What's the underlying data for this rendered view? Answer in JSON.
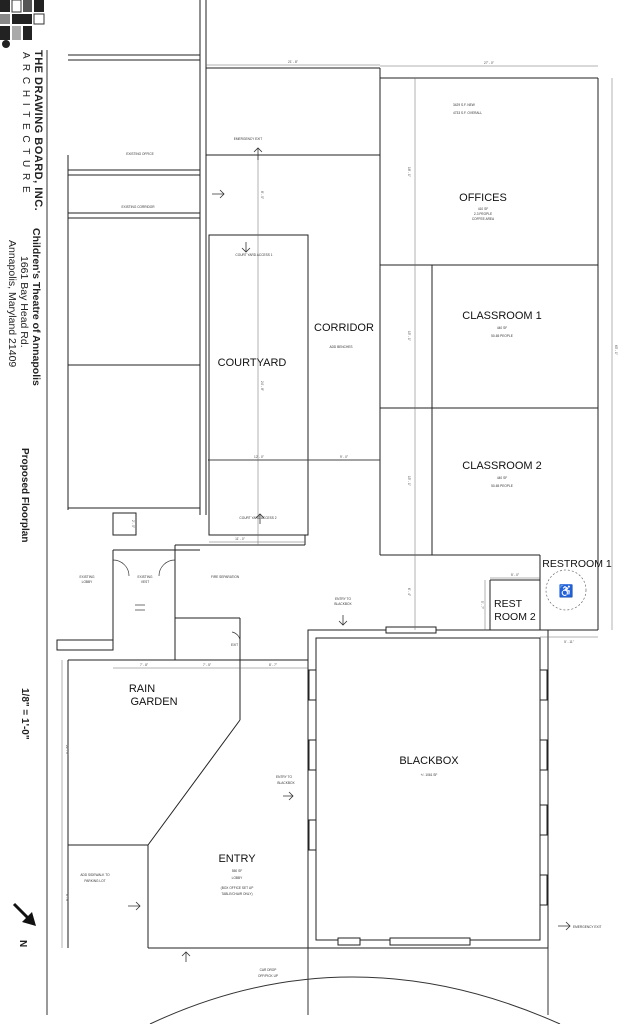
{
  "titleblock": {
    "firm_name": "THE DRAWING BOARD, INC.",
    "firm_sub": "A R C H I T E C T U R E",
    "project_name": "Children's Theatre of Annapolis",
    "address_1": "1661 Bay Head Rd.",
    "address_2": "Annapolis, Maryland 21409",
    "sheet_title": "Proposed Floorplan",
    "scale": "1/8\" = 1'-0\"",
    "north": "N"
  },
  "rooms": {
    "offices": {
      "name": "OFFICES",
      "area": "410 SF",
      "occupancy": "2-3 PEOPLE",
      "note": "COFFEE AREA"
    },
    "classroom1": {
      "name": "CLASSROOM 1",
      "area": "440 SF",
      "occupancy": "50-65 PEOPLE"
    },
    "classroom2": {
      "name": "CLASSROOM 2",
      "area": "440 SF",
      "occupancy": "50-65 PEOPLE"
    },
    "corridor": {
      "name": "CORRIDOR",
      "note": "ADD BENCHES"
    },
    "courtyard": {
      "name": "COURTYARD"
    },
    "restroom1": {
      "name": "RESTROOM 1"
    },
    "restroom2": {
      "line1": "REST",
      "line2": "ROOM 2"
    },
    "blackbox": {
      "name": "BLACKBOX",
      "area": "+/- 1061 SF"
    },
    "entry": {
      "name": "ENTRY",
      "area": "550 SF",
      "occupancy": "LOBBY",
      "note1": "(BOX OFFICE SET UP",
      "note2": "TABLE/CHAIR ONLY)"
    },
    "rain_garden": {
      "line1": "RAIN",
      "line2": "GARDEN"
    }
  },
  "notes": {
    "sqft_new": "3429 S.F. NEW",
    "sqft_overall": "4733 S.F. OVERALL",
    "existing_office": "EXISTING OFFICE",
    "existing_corridor": "EXISTING CORRIDOR",
    "emergency_exit_top": "EMERGENCY EXIT",
    "courtyard_access_1": "COURT YARD ACCESS 1",
    "courtyard_access_2": "COURT YARD ACCESS 2",
    "existing_lobby_1": "EXISTING",
    "existing_lobby_2": "LOBBY",
    "existing_vest_1": "EXISTING",
    "existing_vest_2": "VEST",
    "fire_separation": "FIRE SEPARATION",
    "entry_to_blackbox_top_1": "ENTRY TO",
    "entry_to_blackbox_top_2": "BLACKBOX",
    "entry_to_blackbox_side_1": "ENTRY TO",
    "entry_to_blackbox_side_2": "BLACKBOX",
    "exit": "EXIT",
    "add_sidewalk_1": "ADD SIDEWALK TO",
    "add_sidewalk_2": "PARKING LOT",
    "emergency_exit_right": "EMERGENCY EXIT",
    "car_drop_1": "CAR DROP",
    "car_drop_2": "OFF/PICK UP"
  },
  "dimensions": {
    "top_left": "21' - 8\"",
    "top_right": "27' - 0\"",
    "right_overall": "60' - 1\"",
    "offices_v": "18' - 1\"",
    "classroom1_v": "15' - 1\"",
    "classroom2_v": "15' - 1\"",
    "lower_v": "6' - 4\"",
    "corridor_v": "8' - 0\"",
    "courtyard_w": "12' - 0\"",
    "corridor_w": "9' - 0\"",
    "courtyard_v": "24' - 8\"",
    "access_w": "11' - 0\"",
    "small_v": "2' - 0\"",
    "restroom2_w": "5' - 0\"",
    "restroom2_v": "5' - 7\"",
    "restroom1_w": "5' - 11\"",
    "entry_row_1": "7' - 8\"",
    "entry_row_2": "7' - 5\"",
    "entry_row_3": "8' - 7\"",
    "left_v1": "22' - 0\"",
    "left_v2": "6' - 8\""
  }
}
